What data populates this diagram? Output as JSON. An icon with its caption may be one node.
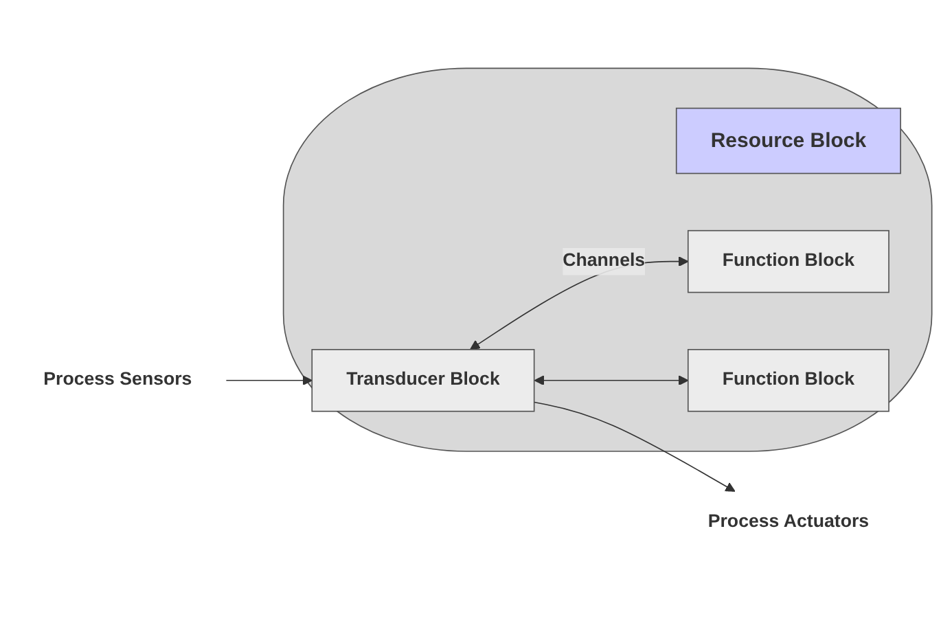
{
  "diagram": {
    "nodes": [
      {
        "text": [],
        "shape": "ellipse"
      },
      {
        "text": [
          "Process Sensors"
        ]
      },
      {
        "text": [
          "Resource Block"
        ],
        "in": 0
      },
      {
        "text": [
          "Function Block"
        ],
        "in": 0
      },
      {
        "text": [
          "Transducer Block"
        ],
        "in": 0
      },
      {
        "text": [
          "Function Block"
        ],
        "in": 0
      },
      {
        "text": [
          "Process Actuators"
        ]
      }
    ],
    "edges": [
      {
        "from": 1,
        "to": 4,
        "arrow": "to"
      },
      {
        "from": 4,
        "to": 3,
        "arrow": "both",
        "label": "Channels"
      },
      {
        "from": 4,
        "to": 5,
        "arrow": "both"
      },
      {
        "from": 4,
        "to": 6,
        "arrow": "to"
      }
    ]
  }
}
